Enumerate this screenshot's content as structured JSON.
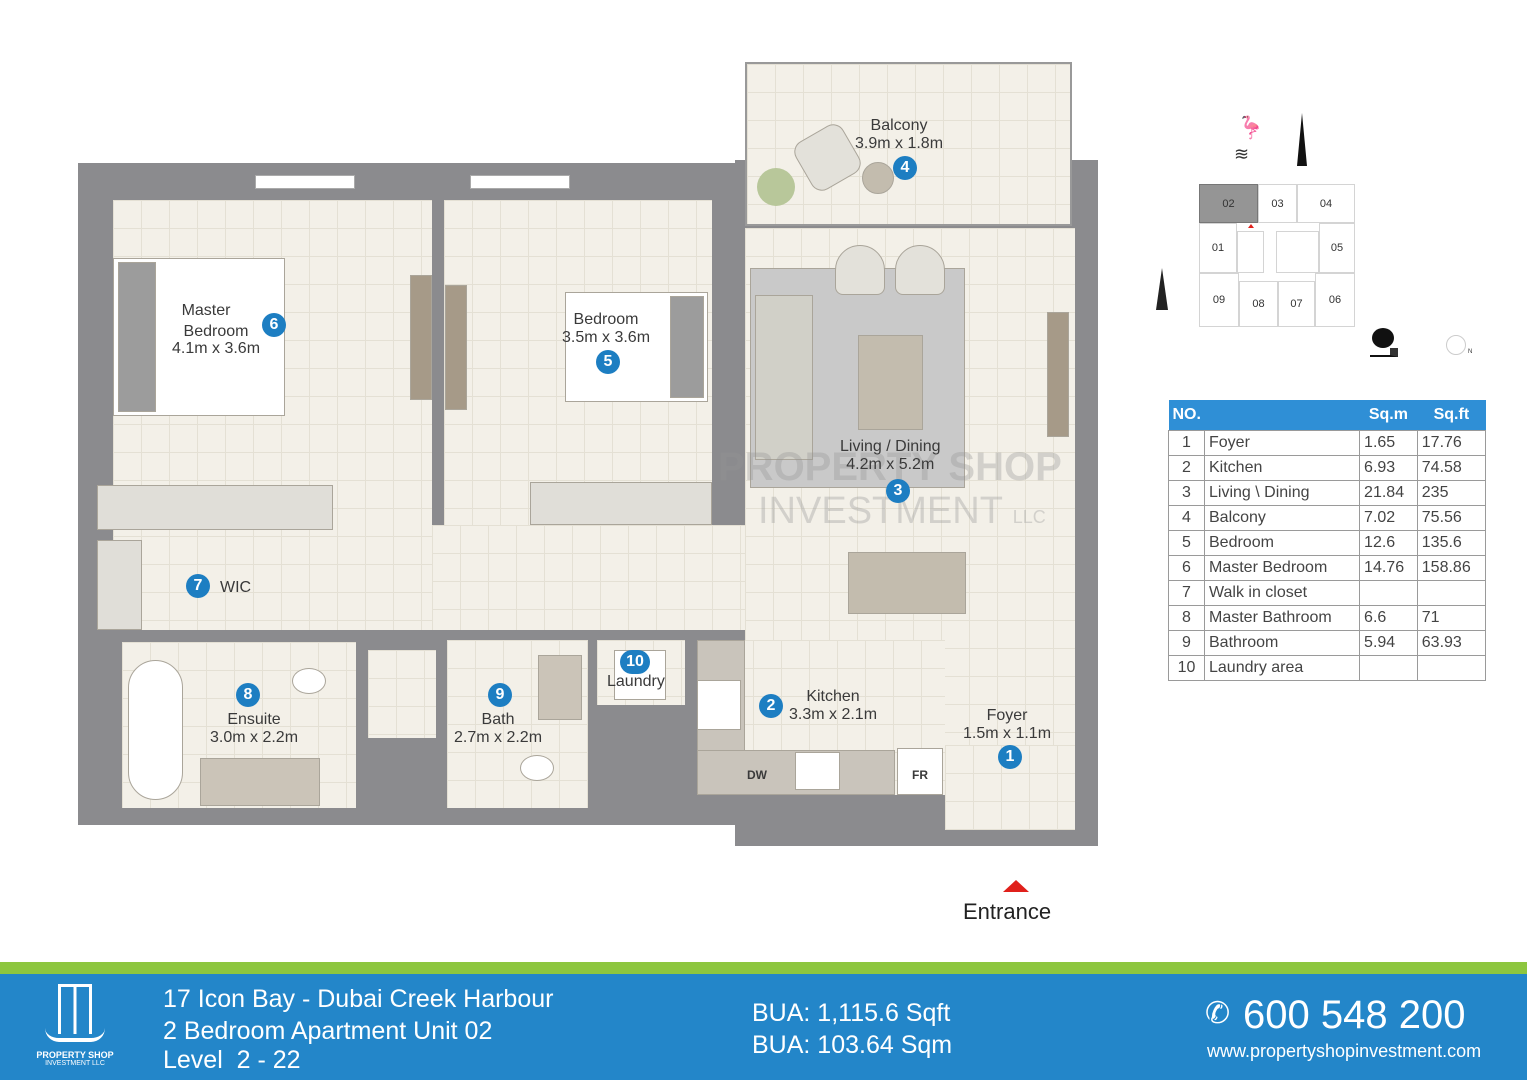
{
  "rooms": {
    "balcony": {
      "name": "Balcony",
      "size": "3.9m x 1.8m",
      "num": "4"
    },
    "master": {
      "name1": "Master",
      "name2": "Bedroom",
      "size": "4.1m x 3.6m",
      "num": "6"
    },
    "bedroom": {
      "name": "Bedroom",
      "size": "3.5m x 3.6m",
      "num": "5"
    },
    "living": {
      "name": "Living / Dining",
      "size": "4.2m x 5.2m",
      "num": "3"
    },
    "wic": {
      "name": "WIC",
      "num": "7"
    },
    "ensuite": {
      "name": "Ensuite",
      "size": "3.0m x 2.2m",
      "num": "8"
    },
    "bath": {
      "name": "Bath",
      "size": "2.7m x 2.2m",
      "num": "9"
    },
    "laundry": {
      "name": "Laundry",
      "num": "10"
    },
    "kitchen": {
      "name": "Kitchen",
      "size": "3.3m x 2.1m",
      "num": "2"
    },
    "foyer": {
      "name": "Foyer",
      "size": "1.5m x 1.1m",
      "num": "1"
    }
  },
  "appliances": {
    "dw": "DW",
    "fr": "FR"
  },
  "entrance": "Entrance",
  "watermark": {
    "line1": "PROPERTY SHOP",
    "line2": "INVESTMENT",
    "llc": "LLC"
  },
  "key_plan": {
    "units": [
      "02",
      "03",
      "04",
      "01",
      "05",
      "09",
      "08",
      "07",
      "06"
    ],
    "highlighted": "02",
    "north": "N"
  },
  "table": {
    "headers": [
      "NO.",
      "Sq.m",
      "Sq.ft"
    ],
    "rows": [
      [
        "1",
        "Foyer",
        "1.65",
        "17.76"
      ],
      [
        "2",
        "Kitchen",
        "6.93",
        "74.58"
      ],
      [
        "3",
        "Living \\ Dining",
        "21.84",
        "235"
      ],
      [
        "4",
        "Balcony",
        "7.02",
        "75.56"
      ],
      [
        "5",
        "Bedroom",
        "12.6",
        "135.6"
      ],
      [
        "6",
        "Master Bedroom",
        "14.76",
        "158.86"
      ],
      [
        "7",
        "Walk in closet",
        "",
        ""
      ],
      [
        "8",
        "Master Bathroom",
        "6.6",
        "71"
      ],
      [
        "9",
        "Bathroom",
        "5.94",
        "63.93"
      ],
      [
        "10",
        "Laundry area",
        "",
        ""
      ]
    ]
  },
  "footer": {
    "logo_line1": "PROPERTY SHOP",
    "logo_line2": "INVESTMENT LLC",
    "title": "17 Icon Bay - Dubai Creek Harbour",
    "subtitle": "2 Bedroom Apartment Unit 02",
    "level": "Level  2 - 22",
    "bua_sqft": "BUA: 1,115.6 Sqft",
    "bua_sqm": "BUA: 103.64 Sqm",
    "phone": "600 548 200",
    "website": "www.propertyshopinvestment.com"
  },
  "colors": {
    "accent": "#1d7ec2",
    "footer": "#2386c9",
    "stripe": "#8dc63f",
    "table_header": "#2f8fd6"
  }
}
